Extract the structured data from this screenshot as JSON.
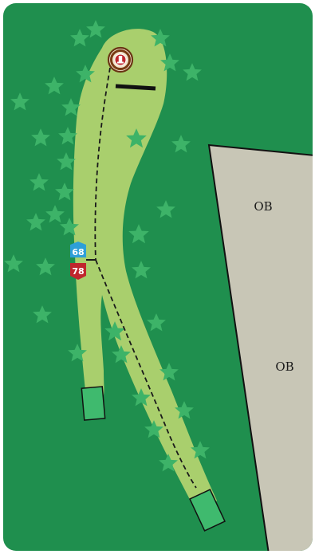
{
  "hole_map": {
    "ob_labels": [
      "OB",
      "OB"
    ],
    "distance_markers": [
      {
        "value": "68",
        "color": "#2e9fd8"
      },
      {
        "value": "78",
        "color": "#c0262d"
      }
    ],
    "colors": {
      "rough": "#1f8f4e",
      "fairway": "#a9cf6d",
      "out_of_bounds": "#c8c6b6",
      "tee_pad": "#3fba6e",
      "tree": "#3db368",
      "basket_ring": "#7a3a14"
    },
    "icons": {
      "basket": "basket-target-icon",
      "tree": "tree-star-icon",
      "tee": "tee-pad-icon"
    }
  }
}
